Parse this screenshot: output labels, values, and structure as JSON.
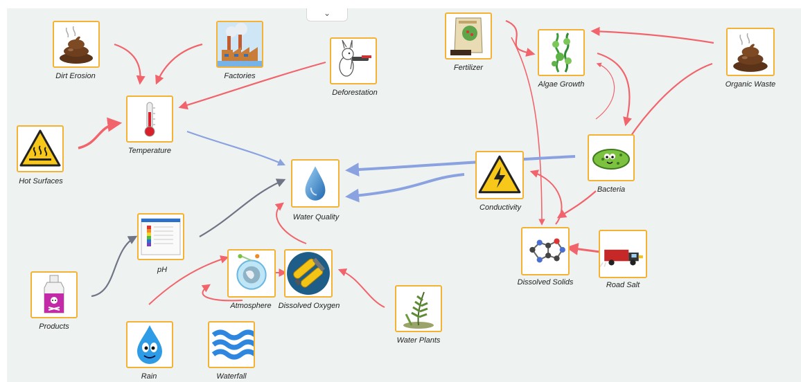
{
  "ui": {
    "collapse_icon": "chevron-down-icon",
    "collapse_glyph": "⌄",
    "colors": {
      "node_border": "#f3b234",
      "canvas_background": "#eef2f1",
      "positive_link": "#f2646c",
      "negative_link": "#8aa3e0",
      "neutral_link": "#707585"
    }
  },
  "diagram": {
    "nodes": [
      {
        "id": "dirt_erosion",
        "label": "Dirt Erosion",
        "icon": "poop-icon"
      },
      {
        "id": "factories",
        "label": "Factories",
        "icon": "factory-icon"
      },
      {
        "id": "deforestation",
        "label": "Deforestation",
        "icon": "beaver-chainsaw-icon"
      },
      {
        "id": "temperature",
        "label": "Temperature",
        "icon": "thermometer-icon"
      },
      {
        "id": "hot_surfaces",
        "label": "Hot Surfaces",
        "icon": "hot-surface-warning-icon"
      },
      {
        "id": "water_quality",
        "label": "Water Quality",
        "icon": "water-drop-icon"
      },
      {
        "id": "ph",
        "label": "pH",
        "icon": "ph-chart-icon"
      },
      {
        "id": "products",
        "label": "Products",
        "icon": "poison-bottle-icon"
      },
      {
        "id": "atmosphere",
        "label": "Atmosphere",
        "icon": "globe-icon"
      },
      {
        "id": "dissolved_oxygen",
        "label": "Dissolved Oxygen",
        "icon": "oxygen-tanks-icon"
      },
      {
        "id": "rain",
        "label": "Rain",
        "icon": "rain-drop-icon"
      },
      {
        "id": "waterfall",
        "label": "Waterfall",
        "icon": "waves-icon"
      },
      {
        "id": "water_plants",
        "label": "Water Plants",
        "icon": "fern-icon"
      },
      {
        "id": "fertilizer",
        "label": "Fertilizer",
        "icon": "fertilizer-bag-icon"
      },
      {
        "id": "algae_growth",
        "label": "Algae Growth",
        "icon": "algae-icon"
      },
      {
        "id": "organic_waste",
        "label": "Organic Waste",
        "icon": "poop-icon"
      },
      {
        "id": "bacteria",
        "label": "Bacteria",
        "icon": "bacteria-icon"
      },
      {
        "id": "conductivity",
        "label": "Conductivity",
        "icon": "high-voltage-icon"
      },
      {
        "id": "dissolved_solids",
        "label": "Dissolved Solids",
        "icon": "molecule-icon"
      },
      {
        "id": "road_salt",
        "label": "Road Salt",
        "icon": "salt-truck-icon"
      }
    ],
    "links": [
      {
        "from": "dirt_erosion",
        "to": "temperature",
        "kind": "positive"
      },
      {
        "from": "factories",
        "to": "temperature",
        "kind": "positive"
      },
      {
        "from": "deforestation",
        "to": "temperature",
        "kind": "positive"
      },
      {
        "from": "hot_surfaces",
        "to": "temperature",
        "kind": "positive"
      },
      {
        "from": "temperature",
        "to": "water_quality",
        "kind": "negative"
      },
      {
        "from": "ph",
        "to": "water_quality",
        "kind": "neutral"
      },
      {
        "from": "products",
        "to": "ph",
        "kind": "neutral"
      },
      {
        "from": "dissolved_oxygen",
        "to": "water_quality",
        "kind": "positive"
      },
      {
        "from": "rain",
        "to": "atmosphere",
        "kind": "positive"
      },
      {
        "from": "atmosphere",
        "to": "dissolved_oxygen",
        "kind": "positive"
      },
      {
        "from": "dissolved_oxygen",
        "to": "atmosphere",
        "kind": "positive"
      },
      {
        "from": "water_plants",
        "to": "dissolved_oxygen",
        "kind": "positive"
      },
      {
        "from": "bacteria",
        "to": "water_quality",
        "kind": "negative"
      },
      {
        "from": "conductivity",
        "to": "water_quality",
        "kind": "negative"
      },
      {
        "from": "fertilizer",
        "to": "algae_growth",
        "kind": "positive"
      },
      {
        "from": "fertilizer",
        "to": "dissolved_solids",
        "kind": "positive"
      },
      {
        "from": "organic_waste",
        "to": "algae_growth",
        "kind": "positive"
      },
      {
        "from": "organic_waste",
        "to": "dissolved_solids",
        "kind": "positive"
      },
      {
        "from": "algae_growth",
        "to": "bacteria",
        "kind": "positive"
      },
      {
        "from": "bacteria",
        "to": "algae_growth",
        "kind": "positive"
      },
      {
        "from": "dissolved_solids",
        "to": "conductivity",
        "kind": "positive"
      },
      {
        "from": "road_salt",
        "to": "dissolved_solids",
        "kind": "positive"
      }
    ]
  }
}
